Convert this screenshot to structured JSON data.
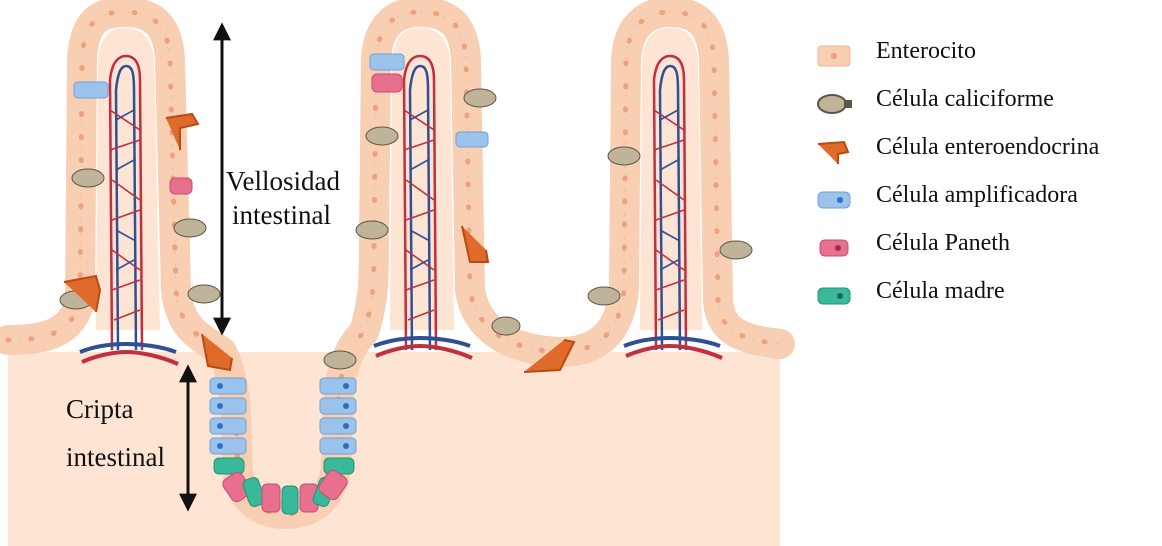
{
  "labels": {
    "villus_line1": "Vellosidad",
    "villus_line2": "intestinal",
    "crypt_line1": "Cripta",
    "crypt_line2": "intestinal"
  },
  "legend": [
    {
      "label": "Enterocito",
      "icon": "enterocyte-cell-icon"
    },
    {
      "label": "Célula caliciforme",
      "icon": "goblet-cell-icon"
    },
    {
      "label": "Célula enteroendocrina",
      "icon": "enteroendocrine-cell-icon"
    },
    {
      "label": "Célula amplificadora",
      "icon": "transit-amplifying-cell-icon"
    },
    {
      "label": "Célula Paneth",
      "icon": "paneth-cell-icon"
    },
    {
      "label": "Célula madre",
      "icon": "stem-cell-icon"
    }
  ],
  "colors": {
    "tissue": "#fde4d3",
    "epithelium": "#f8cfb2",
    "cell_border": "#f2b792",
    "nucleus": "#eba27d",
    "artery": "#c0303f",
    "vein": "#2f4f97",
    "goblet": "#bfb39a",
    "enteroendocrine": "#e06a2a",
    "amplifying": "#9cc3ec",
    "paneth": "#e7708f",
    "stem": "#39b999"
  }
}
